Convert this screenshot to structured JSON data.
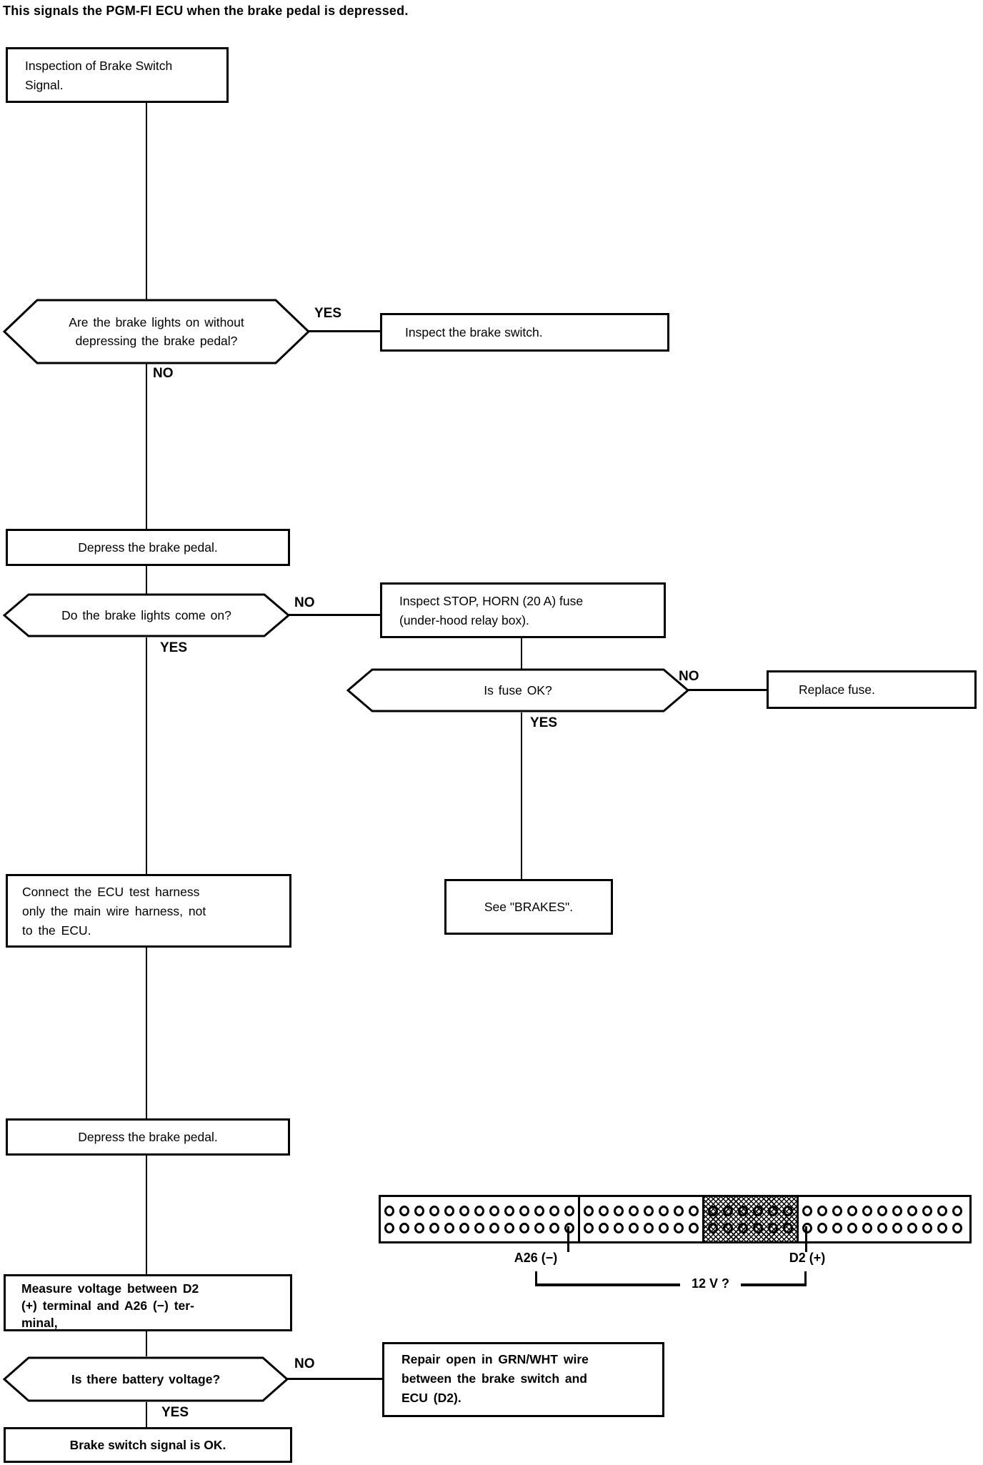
{
  "title": "This signals the PGM-FI ECU when the brake pedal is depressed.",
  "labels": {
    "yes": "YES",
    "no": "NO"
  },
  "nodes": {
    "start": {
      "line1": "Inspection of Brake Switch",
      "line2": "Signal."
    },
    "q_lights_without": {
      "line1": "Are the brake lights on without",
      "line2": "depressing the brake pedal?"
    },
    "inspect_switch": {
      "text": "Inspect the brake switch."
    },
    "depress_pedal_1": {
      "text": "Depress the brake pedal."
    },
    "q_lights_come_on": {
      "text": "Do the brake lights come on?"
    },
    "inspect_fuse": {
      "line1": "Inspect STOP, HORN (20 A) fuse",
      "line2": "(under-hood relay box)."
    },
    "q_fuse_ok": {
      "text": "Is fuse OK?"
    },
    "replace_fuse": {
      "text": "Replace fuse."
    },
    "see_brakes": {
      "text": "See \"BRAKES\"."
    },
    "connect_harness": {
      "line1": "Connect the ECU test harness",
      "line2": "only the main wire harness, not",
      "line3": "to the ECU."
    },
    "depress_pedal_2": {
      "text": "Depress the brake pedal."
    },
    "measure_voltage": {
      "line1": "Measure voltage between D2",
      "line2": "(+) terminal and A26 (−) ter-",
      "line3": "minal,"
    },
    "q_battery_voltage": {
      "text": "Is there battery voltage?"
    },
    "repair_open": {
      "line1": "Repair open in GRN/WHT wire",
      "line2": "between the brake switch and",
      "line3": "ECU (D2)."
    },
    "signal_ok": {
      "text": "Brake switch signal is OK."
    }
  },
  "ecu_connector": {
    "labels": {
      "a26": "A26 (−)",
      "d2": "D2 (+)",
      "voltage": "12 V ?"
    },
    "rows": 2,
    "sections": [
      {
        "name": "A",
        "cols": 13,
        "hatched": false
      },
      {
        "name": "B",
        "cols": 8,
        "hatched": false
      },
      {
        "name": "C",
        "cols": 6,
        "hatched": true
      },
      {
        "name": "D",
        "cols": 11,
        "hatched": false
      }
    ]
  }
}
